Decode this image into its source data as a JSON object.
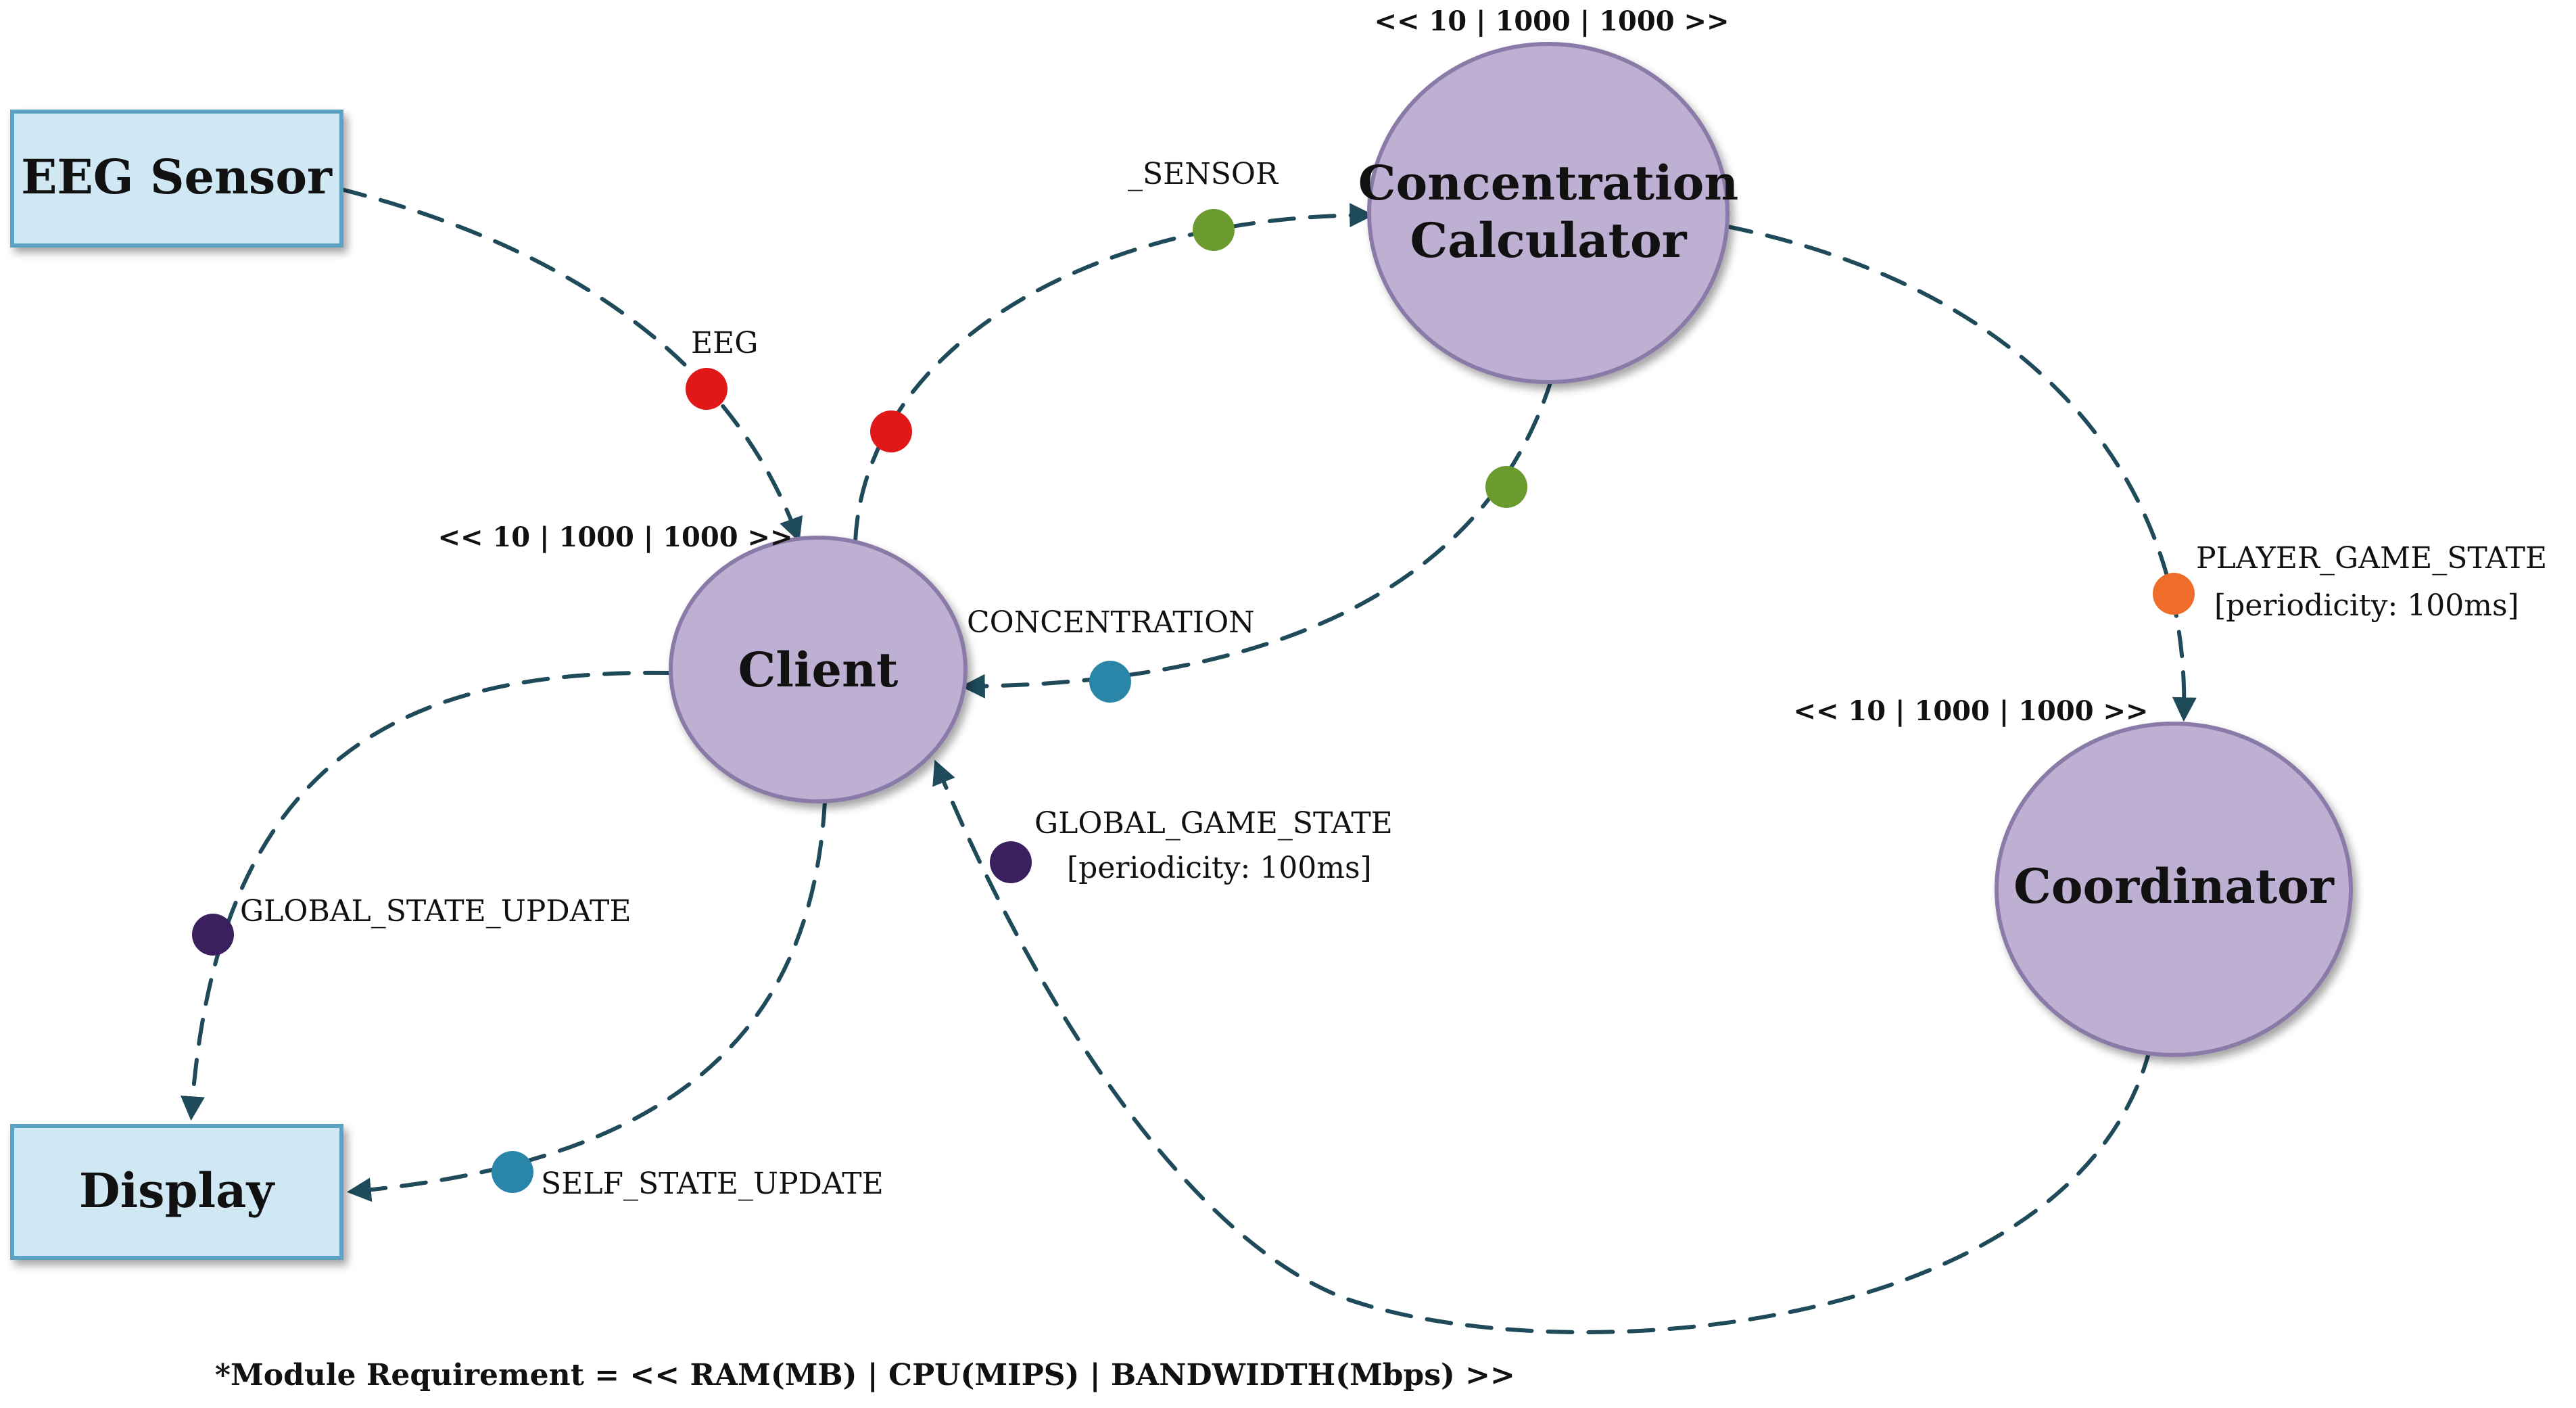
{
  "colors": {
    "red": "#e01818",
    "green": "#6b9a2e",
    "teal": "#2a86a8",
    "purple": "#3b1f5e",
    "orange": "#ef6c2a",
    "edge": "#1e4a5a"
  },
  "nodes": {
    "eeg_sensor": "EEG Sensor",
    "display": "Display",
    "client": "Client",
    "calculator_line1": "Concentration",
    "calculator_line2": "Calculator",
    "coordinator": "Coordinator"
  },
  "requirements": {
    "calculator": "<< 10 | 1000 | 1000 >>",
    "client": "<< 10 | 1000 | 1000 >>",
    "coordinator": "<< 10 | 1000 | 1000 >>"
  },
  "edges": {
    "eeg": "EEG",
    "sensor": "_SENSOR",
    "concentration": "CONCENTRATION",
    "player_game_state": "PLAYER_GAME_STATE",
    "player_game_state_period": "[periodicity: 100ms]",
    "global_game_state": "GLOBAL_GAME_STATE",
    "global_game_state_period": "[periodicity: 100ms]",
    "global_state_update": "GLOBAL_STATE_UPDATE",
    "self_state_update": "SELF_STATE_UPDATE"
  },
  "footnote": "*Module Requirement = << RAM(MB) | CPU(MIPS) | BANDWIDTH(Mbps) >>"
}
